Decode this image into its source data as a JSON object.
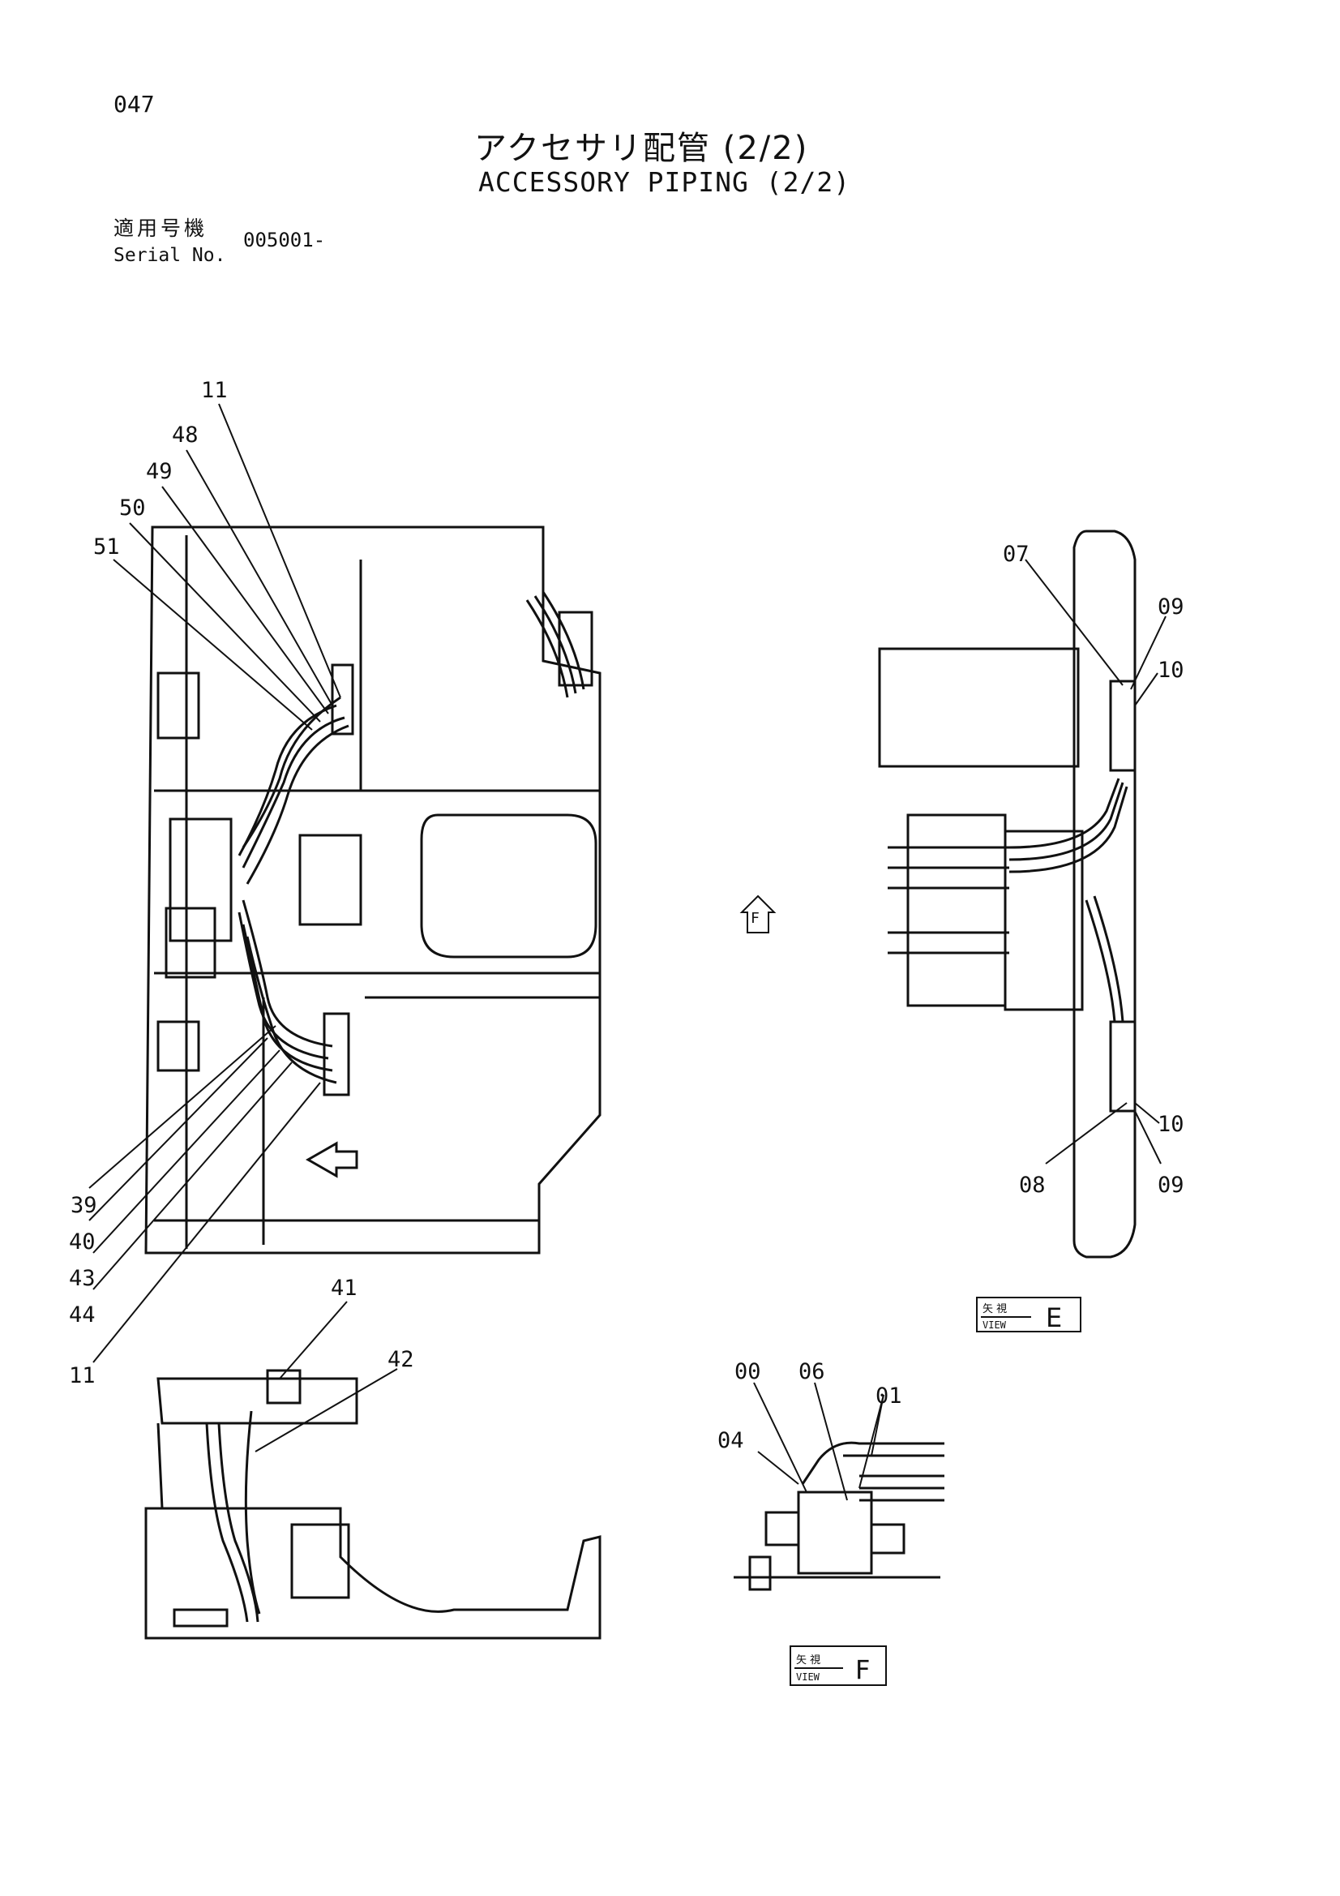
{
  "header": {
    "page_number": "047",
    "title_jp": "アクセサリ配管 (2/2)",
    "title_en": "ACCESSORY PIPING (2/2)",
    "serial_label_jp": "適用号機",
    "serial_label_en": "Serial No.",
    "serial_value": "005001-"
  },
  "main_view": {
    "callouts_left_top": [
      "11",
      "48",
      "49",
      "50",
      "51"
    ],
    "callouts_left_bottom": [
      "39",
      "40",
      "43",
      "44",
      "11"
    ]
  },
  "view_e": {
    "callouts": [
      "07",
      "09",
      "10",
      "10",
      "08",
      "09"
    ],
    "view_label_jp": "矢 視",
    "view_label_en": "VIEW",
    "view_letter": "E"
  },
  "arrow_f": {
    "letter": "F"
  },
  "lower_view": {
    "callouts": [
      "41",
      "42"
    ]
  },
  "view_f": {
    "callouts": [
      "00",
      "06",
      "01",
      "04"
    ],
    "view_label_jp": "矢 視",
    "view_label_en": "VIEW",
    "view_letter": "F"
  }
}
